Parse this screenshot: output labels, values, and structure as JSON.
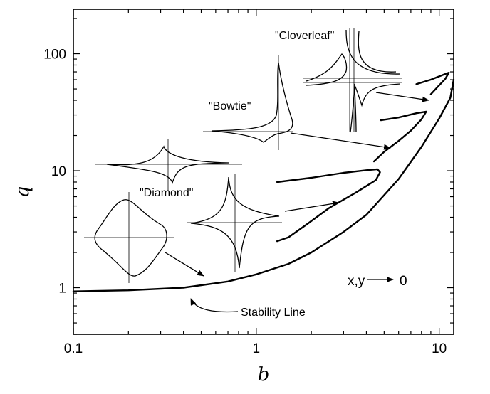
{
  "chart_data": {
    "type": "line",
    "xlabel": "b",
    "ylabel": "q",
    "xscale": "log",
    "yscale": "log",
    "xlim": [
      0.1,
      12
    ],
    "ylim": [
      0.4,
      240
    ],
    "xticks": [
      {
        "value": 0.1,
        "label": "0.1"
      },
      {
        "value": 1,
        "label": "1"
      },
      {
        "value": 10,
        "label": "10"
      }
    ],
    "yticks": [
      {
        "value": 1,
        "label": "1"
      },
      {
        "value": 10,
        "label": "10"
      },
      {
        "value": 100,
        "label": "100"
      }
    ],
    "grid": false,
    "series": [
      {
        "role": "stability-line",
        "x": [
          0.1,
          0.2,
          0.4,
          0.7,
          1.0,
          1.5,
          2.0,
          3.0,
          4.0,
          6.0,
          8.0,
          10.0,
          11.5,
          12.0
        ],
        "y": [
          0.93,
          0.95,
          1.0,
          1.13,
          1.3,
          1.6,
          2.0,
          3.0,
          4.2,
          8.5,
          16.0,
          28.0,
          42.0,
          60.0
        ]
      },
      {
        "role": "lobe-1",
        "x": [
          1.3,
          2.0,
          3.0,
          4.0,
          4.6,
          4.75,
          4.5,
          3.5,
          2.5,
          1.9,
          1.5,
          1.3
        ],
        "y": [
          8.0,
          8.7,
          9.6,
          10.1,
          10.3,
          9.7,
          8.3,
          6.5,
          4.8,
          3.5,
          2.7,
          2.5
        ]
      },
      {
        "role": "lobe-2",
        "x": [
          4.8,
          6.0,
          7.5,
          8.5,
          8.0,
          7.0,
          6.0,
          5.0,
          4.4
        ],
        "y": [
          27.0,
          28.5,
          31.0,
          32.0,
          27.5,
          22.0,
          18.0,
          14.5,
          12.0
        ]
      },
      {
        "role": "lobe-3",
        "x": [
          7.5,
          9.0,
          10.5,
          11.3,
          10.8,
          9.8,
          9.0
        ],
        "y": [
          55.0,
          60.0,
          66.0,
          69.0,
          61.0,
          52.0,
          45.0
        ]
      }
    ],
    "annotations": [
      {
        "text": "\"Cloverleaf\""
      },
      {
        "text": "\"Bowtie\""
      },
      {
        "text": "\"Diamond\""
      },
      {
        "text": "Stability Line"
      },
      {
        "text": "x,y"
      },
      {
        "text": "0"
      }
    ]
  }
}
